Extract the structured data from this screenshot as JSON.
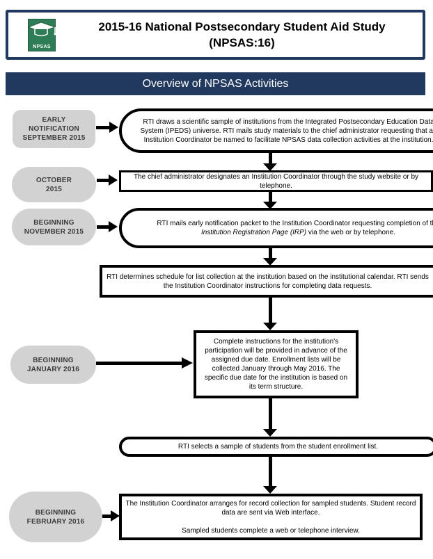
{
  "header": {
    "title_line1": "2015-16 National Postsecondary Student Aid Study",
    "title_line2": "(NPSAS:16)",
    "logo": {
      "icon": "graduation-cap-icon",
      "text": "NPSAS"
    }
  },
  "banner": {
    "title": "Overview of NPSAS Activities"
  },
  "colors": {
    "navy": "#21395f",
    "logo_green": "#2e7d56",
    "label_gray": "#d2d2d2",
    "box_border": "#000000"
  },
  "flow": {
    "steps": [
      {
        "label": [
          "EARLY",
          "NOTIFICATION",
          "SEPTEMBER 2015"
        ],
        "text": "RTI draws a scientific sample of institutions from the Integrated Postsecondary Education Data System (IPEDS) universe. RTI mails study materials to the chief administrator requesting that an Institution Coordinator be named to facilitate NPSAS data collection activities at the institution."
      },
      {
        "label": [
          "OCTOBER",
          "2015"
        ],
        "text": "The chief administrator designates an Institution Coordinator through the study website or by telephone."
      },
      {
        "label": [
          "BEGINNING",
          "NOVEMBER 2015"
        ],
        "text_pre": "RTI mails early notification packet to the Institution Coordinator requesting completion of the ",
        "text_italic": "Institution Registration Page (IRP)",
        "text_post": " via the web or by telephone."
      },
      {
        "text": "RTI determines schedule for list collection at the institution based on the institutional calendar. RTI sends the Institution Coordinator instructions for completing data requests."
      },
      {
        "label": [
          "BEGINNING",
          "JANUARY 2016"
        ],
        "text": "Complete instructions for the institution's participation will be provided in advance of the assigned due date. Enrollment lists will be collected January through May 2016. The specific due date for the institution is based on its term structure."
      },
      {
        "text": "RTI selects a sample of students from the student enrollment list."
      },
      {
        "label": [
          "BEGINNING",
          "FEBRUARY 2016"
        ],
        "text_p1": "The Institution Coordinator arranges for record collection for sampled students. Student record data are sent via Web interface.",
        "text_p2": "Sampled students complete a web or telephone interview."
      }
    ]
  }
}
